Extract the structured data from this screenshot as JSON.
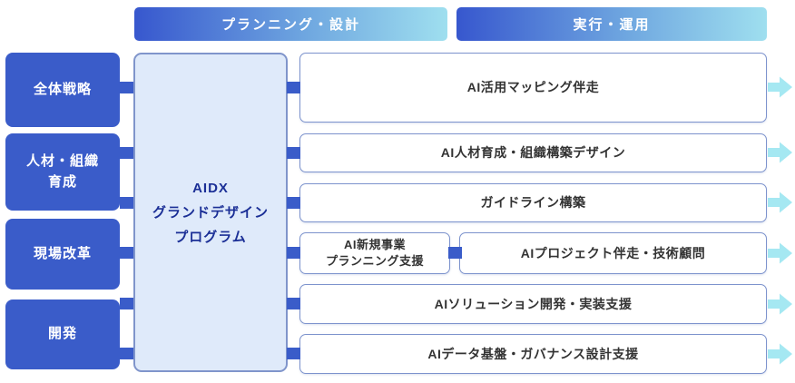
{
  "diagram": {
    "phases": [
      {
        "label": "プランニング・設計"
      },
      {
        "label": "実行・運用"
      }
    ],
    "categories": [
      {
        "label": "全体戦略"
      },
      {
        "label": "人材・組織\n育成"
      },
      {
        "label": "現場改革"
      },
      {
        "label": "開発"
      }
    ],
    "program": {
      "label": "AIDX\nグランドデザイン\nプログラム"
    },
    "services": [
      {
        "label": "AI活用マッピング伴走"
      },
      {
        "label": "AI人材育成・組織構築デザイン"
      },
      {
        "label": "ガイドライン構築"
      },
      {
        "label": "AI新規事業\nプランニング支援"
      },
      {
        "label": "AIプロジェクト伴走・技術顧問"
      },
      {
        "label": "AIソリューション開発・実装支援"
      },
      {
        "label": "AIデータ基盤・ガバナンス設計支援"
      }
    ],
    "colors": {
      "category_blue": "#3a5cc9",
      "header_gradient_start": "#3757ce",
      "header_gradient_end": "#9fdfef",
      "program_fill": "#dfeafa",
      "program_border": "#8095cb",
      "program_text": "#1b2f96",
      "service_border": "#7d93cd",
      "service_text": "#333333",
      "connector_blue": "#3a5cc9",
      "arrow_cyan": "#a5e8f2"
    }
  }
}
